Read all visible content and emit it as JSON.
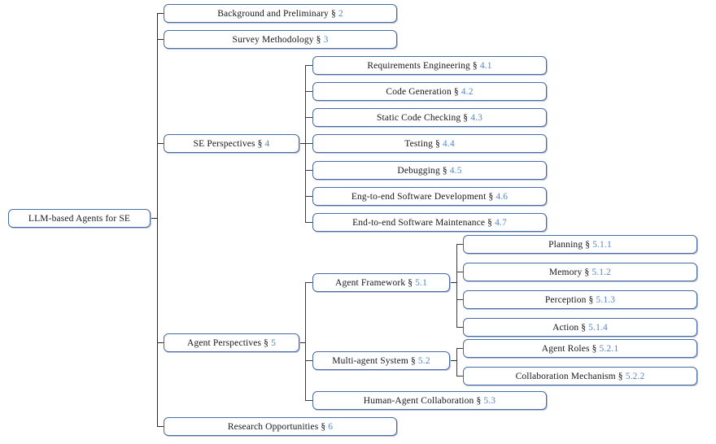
{
  "diagram": {
    "title": "LLM-based Agents for SE taxonomy tree",
    "colors": {
      "node_border": "#4a6aa5",
      "node_shadow": "#b9c4da",
      "section_number": "#5587c9",
      "label_text": "#16161d",
      "edge": "#2b2b2b",
      "background": "#ffffff"
    },
    "section_symbol": "§"
  },
  "root": {
    "label": "LLM-based Agents for SE",
    "section": "",
    "number": ""
  },
  "level1": [
    {
      "label": "Background and Preliminary",
      "section": "§",
      "number": "2"
    },
    {
      "label": "Survey Methodology",
      "section": "§",
      "number": "3"
    },
    {
      "label": "SE Perspectives",
      "section": "§",
      "number": "4"
    },
    {
      "label": "Agent Perspectives",
      "section": "§",
      "number": "5"
    },
    {
      "label": "Research Opportunities",
      "section": "§",
      "number": "6"
    }
  ],
  "se_perspectives_children": [
    {
      "label": "Requirements Engineering",
      "section": "§",
      "number": "4.1"
    },
    {
      "label": "Code Generation",
      "section": "§",
      "number": "4.2"
    },
    {
      "label": "Static Code Checking",
      "section": "§",
      "number": "4.3"
    },
    {
      "label": "Testing",
      "section": "§",
      "number": "4.4"
    },
    {
      "label": "Debugging",
      "section": "§",
      "number": "4.5"
    },
    {
      "label": "Eng-to-end Software Development",
      "section": "§",
      "number": "4.6"
    },
    {
      "label": "End-to-end Software Maintenance",
      "section": "§",
      "number": "4.7"
    }
  ],
  "agent_perspectives_children": [
    {
      "label": "Agent Framework",
      "section": "§",
      "number": "5.1"
    },
    {
      "label": "Multi-agent System",
      "section": "§",
      "number": "5.2"
    },
    {
      "label": "Human-Agent Collaboration",
      "section": "§",
      "number": "5.3"
    }
  ],
  "agent_framework_children": [
    {
      "label": "Planning",
      "section": "§",
      "number": "5.1.1"
    },
    {
      "label": "Memory",
      "section": "§",
      "number": "5.1.2"
    },
    {
      "label": "Perception",
      "section": "§",
      "number": "5.1.3"
    },
    {
      "label": "Action",
      "section": "§",
      "number": "5.1.4"
    }
  ],
  "multi_agent_system_children": [
    {
      "label": "Agent Roles",
      "section": "§",
      "number": "5.2.1"
    },
    {
      "label": "Collaboration Mechanism",
      "section": "§",
      "number": "5.2.2"
    }
  ]
}
